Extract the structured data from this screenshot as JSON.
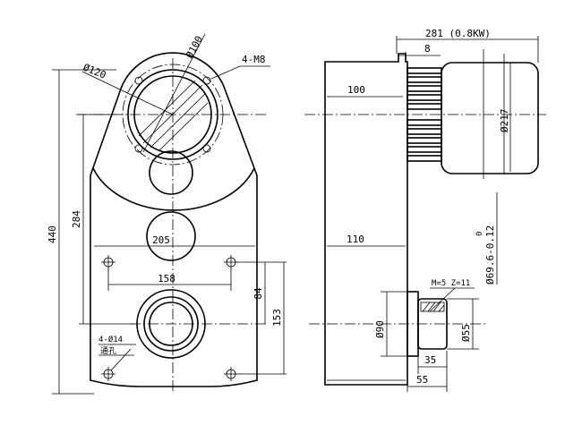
{
  "front_view": {
    "dims": {
      "phi120": "Ø120",
      "phi100": "Ø100",
      "holes_m8": "4-M8",
      "height_440": "440",
      "height_284": "284",
      "width_205": "205",
      "width_158": "158",
      "height_84": "84",
      "height_153": "153",
      "holes_phi14": "4-Ø14",
      "through_hole": "通孔"
    }
  },
  "side_view": {
    "dims": {
      "motor_281": "281 (0.8KW)",
      "gap_8": "8",
      "len_100": "100",
      "phi217": "Ø217",
      "len_110": "110",
      "shaft_tol": "Ø69.6-0.12",
      "tol_upper": "0",
      "gear_spec": "M=5  Z=11",
      "phi90": "Ø90",
      "phi55": "Ø55",
      "len_35": "35",
      "len_55": "55"
    }
  }
}
